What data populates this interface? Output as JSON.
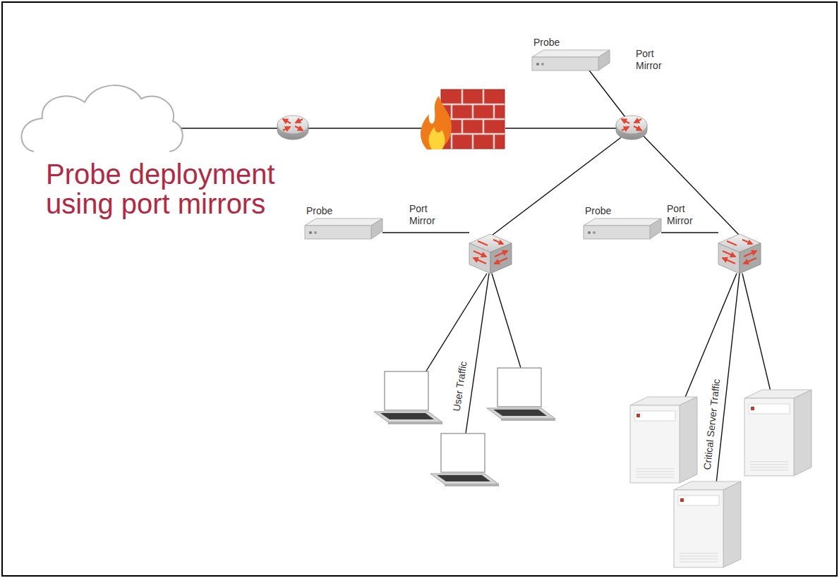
{
  "diagram": {
    "title": "Probe deployment using port mirrors",
    "nodes": [
      {
        "text": [
          "Probe"
        ]
      },
      {
        "text": [
          "Probe"
        ]
      },
      {
        "text": [
          "Probe"
        ]
      }
    ],
    "labels": [
      "Port Mirror",
      "Port Mirror",
      "Port Mirror",
      "User Traffic",
      "Critical Server Traffic"
    ]
  }
}
